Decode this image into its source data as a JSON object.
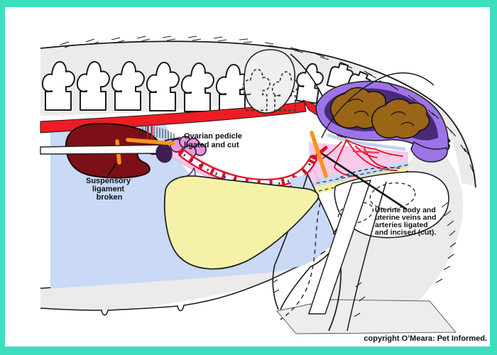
{
  "diagram": {
    "subject": "canine ovariohysterectomy (spay) anatomy side view",
    "annotations": {
      "suspensory": {
        "line1": "Suspensory",
        "line2": "ligament",
        "line3": "broken"
      },
      "ovarian": {
        "line1": "Ovarian pedicle",
        "line2": "ligated and cut"
      },
      "uterine": {
        "line1": "Uterine body and",
        "line2": "uterine veins and",
        "line3": "arteries ligated",
        "line4": "and incised (cut)."
      }
    },
    "copyright": "copyright O’Meara: Pet Informed."
  },
  "colors": {
    "frame_teal": "#3BDFBE",
    "body_gray": "#ebebeb",
    "body_gray_light": "#efefef",
    "outline_black": "#1a1a1a",
    "aorta_red": "#ee1c24",
    "kidney_maroon": "#7c1016",
    "abdomen_blue": "#c9d9f6",
    "bladder_yellow": "#f5f2a8",
    "urethra_yellow": "#f2efa0",
    "uterus_pink": "#f8c9e9",
    "ovary_pink": "#e79ad2",
    "pedicle_dark": "#3f1d55",
    "colon_purple": "#9d74e8",
    "colon_inner_dark": "#4a2a78",
    "feces_brown": "#9a6516",
    "ligature_orange": "#F7941D",
    "horn_red": "#dd1122",
    "vessel_purple": "#4a2080",
    "white": "#ffffff"
  }
}
